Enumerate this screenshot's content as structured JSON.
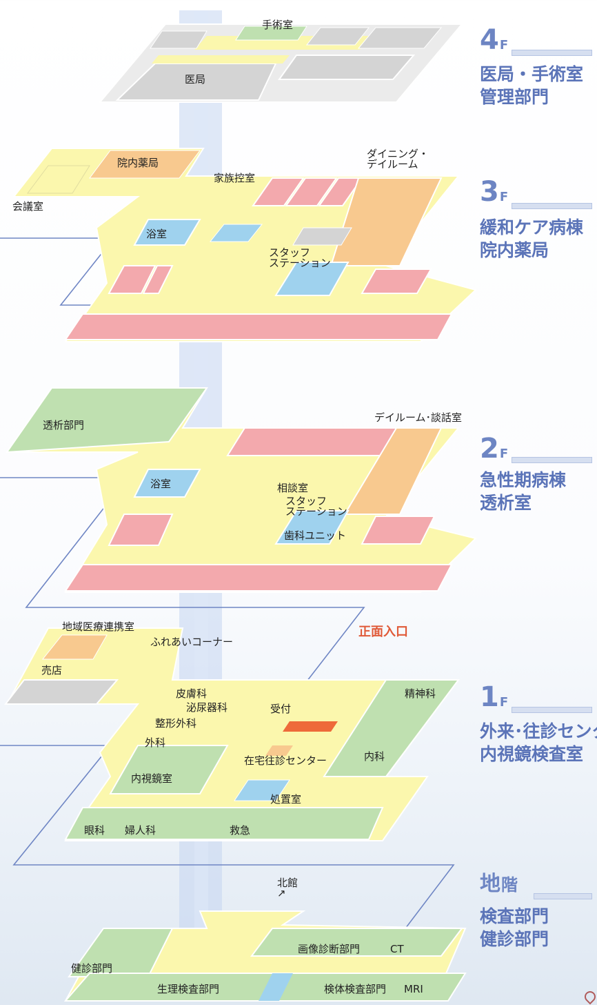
{
  "floors": [
    {
      "id": "4f",
      "num": "4",
      "unit": "F",
      "desc": "医局・手術室\n管理部門"
    },
    {
      "id": "3f",
      "num": "3",
      "unit": "F",
      "desc": "緩和ケア病棟\n院内薬局"
    },
    {
      "id": "2f",
      "num": "2",
      "unit": "F",
      "desc": "急性期病棟\n透析室"
    },
    {
      "id": "1f",
      "num": "1",
      "unit": "F",
      "desc": "外来･往診センター\n内視鏡検査室"
    },
    {
      "id": "b1",
      "num": "地",
      "unit": "階",
      "desc": "検査部門\n健診部門"
    }
  ],
  "labels": {
    "f4_operating": "手術室",
    "f4_medical_office": "医局",
    "f3_pharmacy": "院内薬局",
    "f3_family_room": "家族控室",
    "f3_dining": "ダイニング・\nデイルーム",
    "f3_meeting": "会議室",
    "f3_bath": "浴室",
    "f3_staff": "スタッフ\nステーション",
    "f2_dialysis": "透析部門",
    "f2_dayroom": "デイルーム･談話室",
    "f2_bath": "浴室",
    "f2_consult": "相談室",
    "f2_staff": "スタッフ\nステーション",
    "f2_dental": "歯科ユニット",
    "f1_regional": "地域医療連携室",
    "f1_fureai": "ふれあいコーナー",
    "f1_entrance": "正面入口",
    "f1_shop": "売店",
    "f1_derm": "皮膚科",
    "f1_uro": "泌尿器科",
    "f1_reception": "受付",
    "f1_psych": "精神科",
    "f1_ortho": "整形外科",
    "f1_surgery": "外科",
    "f1_homecare": "在宅往診センター",
    "f1_internal": "内科",
    "f1_endoscopy": "内視鏡室",
    "f1_treatment": "処置室",
    "f1_eye": "眼科",
    "f1_gyn": "婦人科",
    "f1_emergency": "救急",
    "b1_north": "北館\n↗",
    "b1_imaging": "画像診断部門",
    "b1_ct": "CT",
    "b1_checkup": "健診部門",
    "b1_physio": "生理検査部門",
    "b1_specimen": "検体検査部門",
    "b1_mri": "MRI"
  },
  "colors": {
    "corridor": "#fbf7ad",
    "ward": "#f3a9ad",
    "staff": "#9fd2ee",
    "common": "#f8c98f",
    "outpatient": "#bfe0b0",
    "service": "#d4d4d4",
    "reception": "#ee6a3a",
    "floor_accent": "#6d85c3",
    "connector": "#6f86c4",
    "elevator": "#c5d6f1"
  }
}
